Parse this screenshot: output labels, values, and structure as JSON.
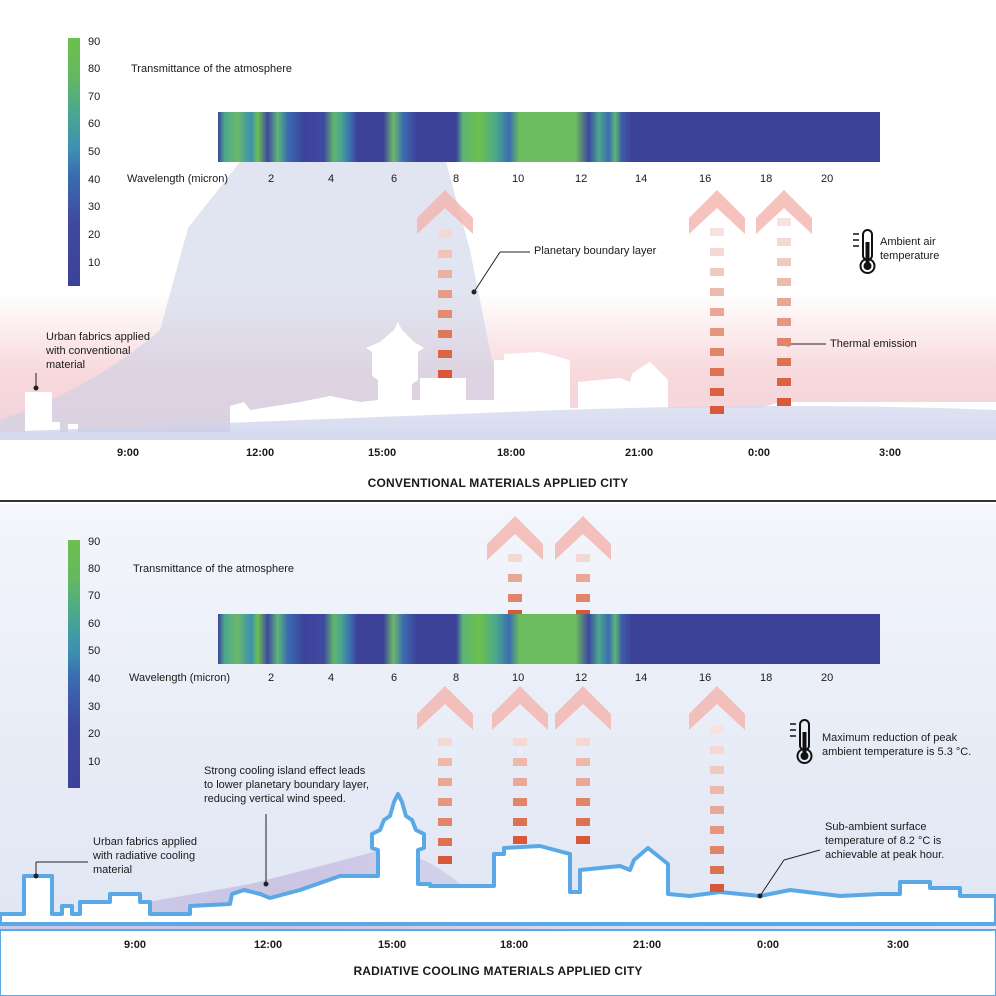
{
  "top": {
    "colorbar_ticks": [
      "90",
      "80",
      "70",
      "60",
      "50",
      "40",
      "30",
      "20",
      "10"
    ],
    "transmittance_label": "Transmittance of the atmosphere",
    "wavelength_label": "Wavelength (micron)",
    "wavelength_ticks": [
      "2",
      "4",
      "6",
      "8",
      "10",
      "12",
      "14",
      "16",
      "18",
      "20"
    ],
    "planetary_label": "Planetary boundary layer",
    "ambient_label": "Ambient air\ntemperature",
    "urban_label": "Urban fabrics applied\nwith conventional\nmaterial",
    "thermal_label": "Thermal emission",
    "times": [
      "9:00",
      "12:00",
      "15:00",
      "18:00",
      "21:00",
      "0:00",
      "3:00"
    ],
    "title": "CONVENTIONAL MATERIALS APPLIED CITY"
  },
  "bottom": {
    "colorbar_ticks": [
      "90",
      "80",
      "70",
      "60",
      "50",
      "40",
      "30",
      "20",
      "10"
    ],
    "transmittance_label": "Transmittance of the atmosphere",
    "wavelength_label": "Wavelength (micron)",
    "wavelength_ticks": [
      "2",
      "4",
      "6",
      "8",
      "10",
      "12",
      "14",
      "16",
      "18",
      "20"
    ],
    "cooling_island_label": "Strong cooling island effect leads\nto lower planetary boundary layer,\nreducing vertical wind speed.",
    "max_reduction_label": "Maximum reduction of peak\nambient temperature is 5.3 °C.",
    "urban_label": "Urban fabrics applied\nwith radiative cooling\nmaterial",
    "subambient_label": "Sub-ambient surface\ntemperature of 8.2 °C is\nachievable at peak hour.",
    "times": [
      "9:00",
      "12:00",
      "15:00",
      "18:00",
      "21:00",
      "0:00",
      "3:00"
    ],
    "title": "RADIATIVE COOLING MATERIALS APPLIED CITY"
  },
  "colors": {
    "low_transmittance": "#3d4299",
    "high_transmittance": "#6cc04d",
    "emission": "#d9583a",
    "arrow_head": "#f2b3ad",
    "cooling_outline": "#5aa9e6",
    "heat_haze": "#f7d6d6"
  }
}
